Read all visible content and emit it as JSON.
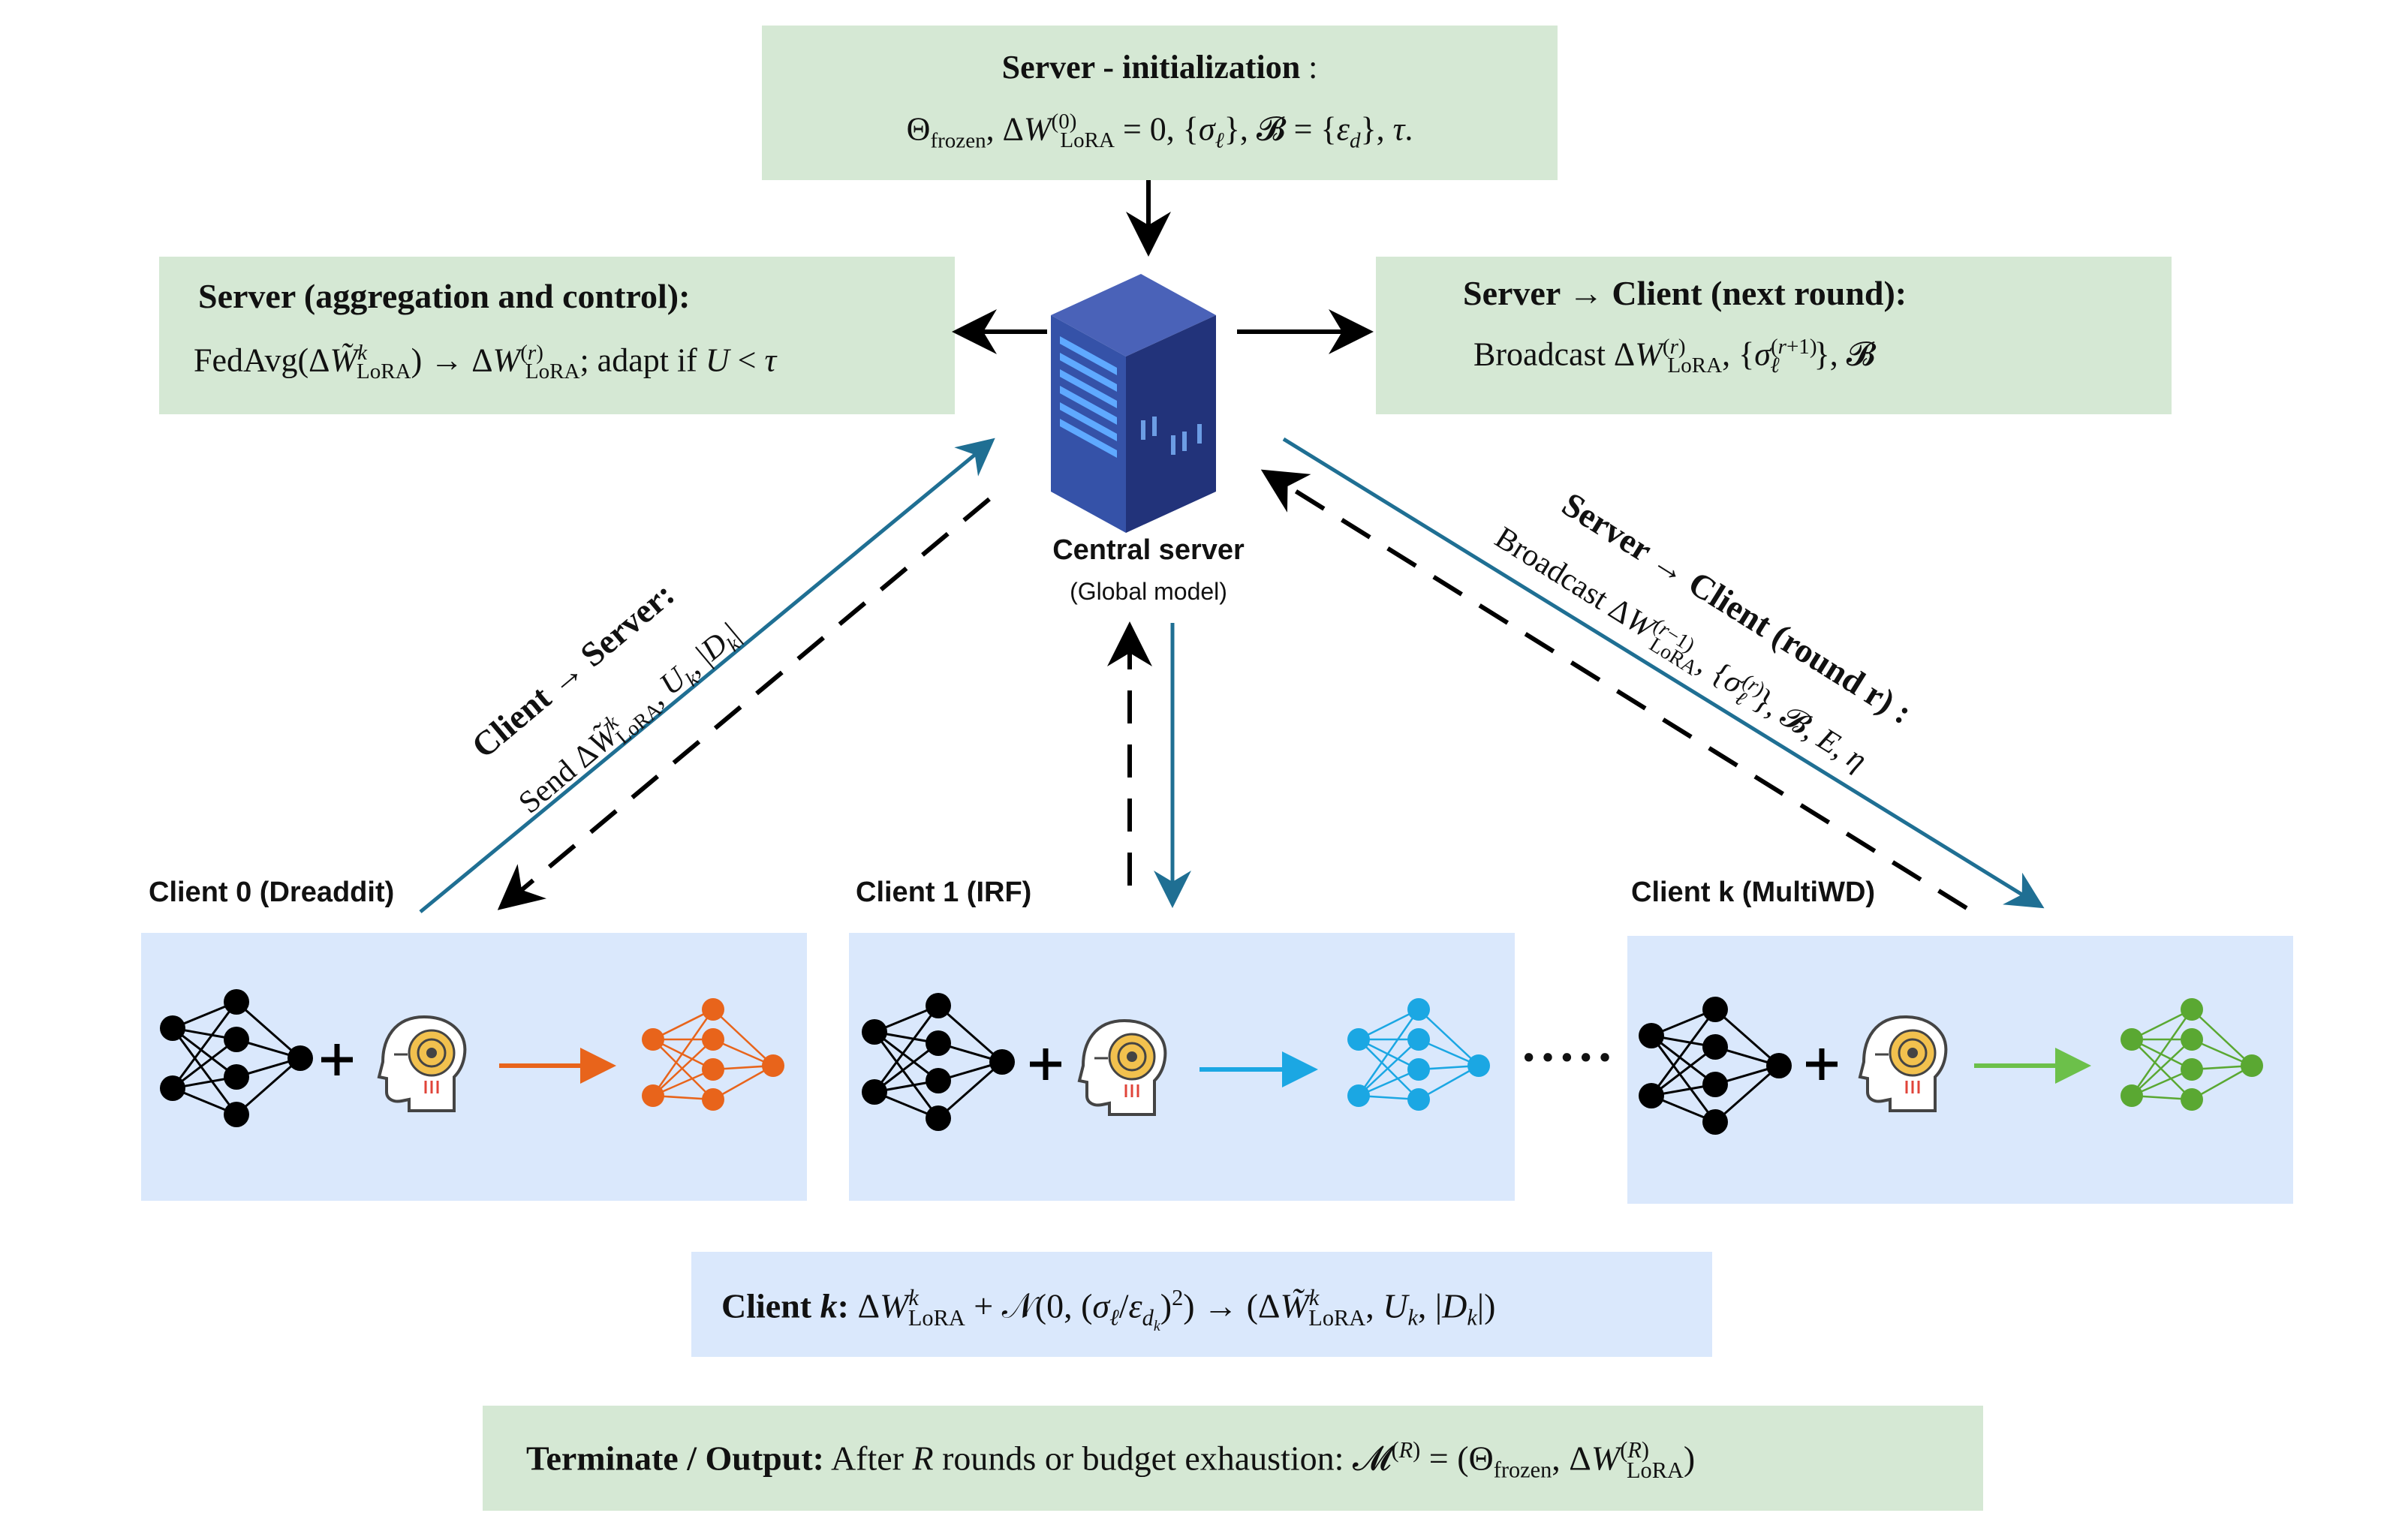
{
  "init": {
    "title": "Server - initialization",
    "colon": ":",
    "formula": "Θfrozen, ΔW(0)LoRA = 0, {σℓ}, 𝓑 = {εd}, τ."
  },
  "aggregation": {
    "title": "Server (aggregation and control):",
    "formula": "FedAvg(ΔW̃kLoRA) → ΔW(r)LoRA; adapt if U < τ"
  },
  "next_round": {
    "title": "Server → Client (next round):",
    "formula": "Broadcast ΔW(r)LoRA, {σℓ(r+1)}, 𝓑"
  },
  "central": {
    "title": "Central server",
    "subtitle": "(Global model)"
  },
  "client_to_server": {
    "title": "Client → Server:",
    "formula": "Send ΔW̃kLoRA, Uk, |Dk|"
  },
  "server_to_client_round": {
    "title": "Server → Client (round r) :",
    "formula": "Broadcast ΔW(r−1)LoRA, {σℓ(r)}, 𝓑, E, η"
  },
  "clients": [
    {
      "label": "Client 0 (Dreaddit)",
      "color": "#e8641b"
    },
    {
      "label": "Client 1 (IRF)",
      "color": "#1ba7e3"
    },
    {
      "label": "Client k (MultiWD)",
      "color": "#5aa832"
    }
  ],
  "ellipsis": "·····",
  "client_k": {
    "title": "Client k:",
    "formula": "ΔWkLoRA + 𝒩(0, (σℓ/εdk)2) → (ΔW̃kLoRA, Uk, |Dk|)"
  },
  "terminate": {
    "title": "Terminate / Output:",
    "formula": "After R rounds or budget exhaustion: 𝓜(R) = (Θfrozen, ΔW(R)LoRA)"
  },
  "colors": {
    "green_box": "#d5e8d4",
    "blue_box": "#dae8fc",
    "teal_arrow": "#1f6f93",
    "server": "#2a3f8f"
  }
}
